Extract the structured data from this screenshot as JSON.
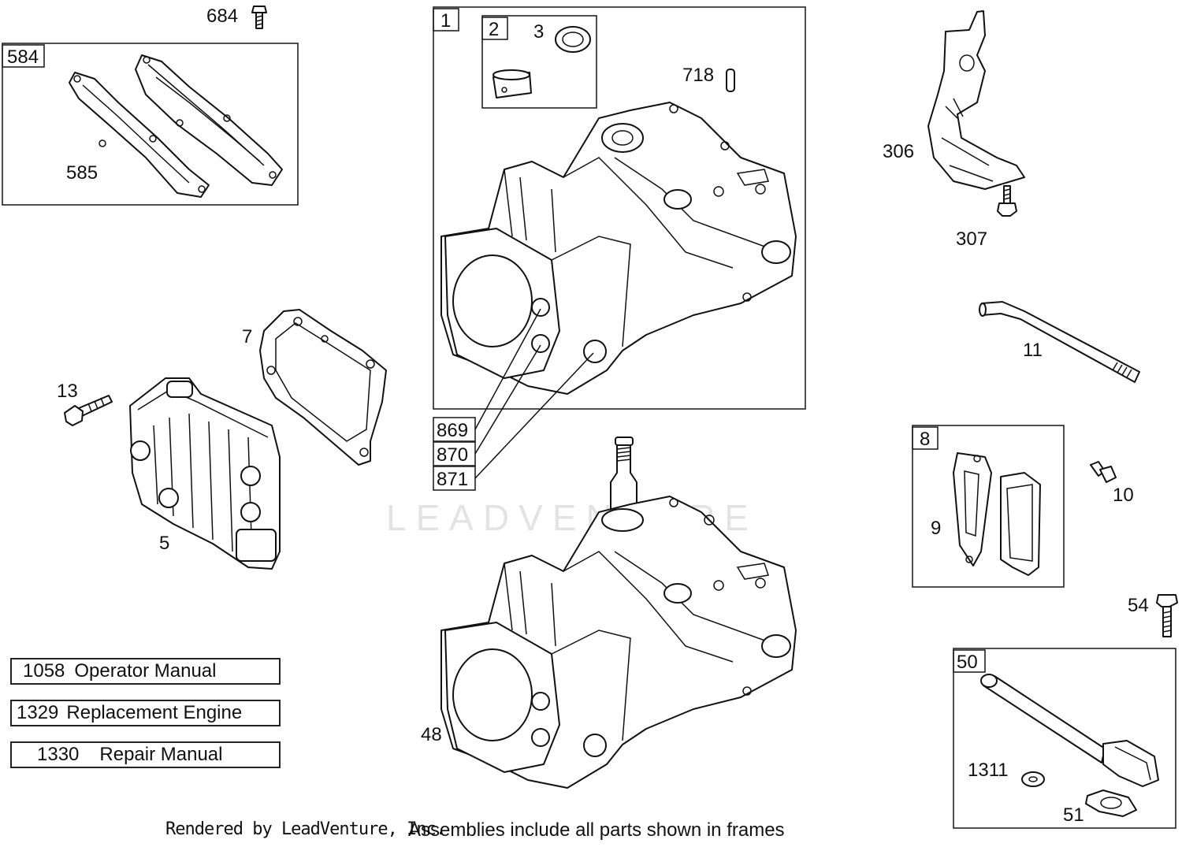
{
  "diagram": {
    "labels": {
      "p684": "684",
      "p584": "584",
      "p585": "585",
      "p1": "1",
      "p2": "2",
      "p3": "3",
      "p718": "718",
      "p306": "306",
      "p307": "307",
      "p7": "7",
      "p13": "13",
      "p5": "5",
      "p11": "11",
      "p869": "869",
      "p870": "870",
      "p871": "871",
      "p8": "8",
      "p9": "9",
      "p10": "10",
      "p54": "54",
      "p48": "48",
      "p50": "50",
      "p1311": "1311",
      "p51": "51"
    },
    "manuals": [
      {
        "number": "1058",
        "title": "Operator Manual"
      },
      {
        "number": "1329",
        "title": "Replacement Engine"
      },
      {
        "number": "1330",
        "title": "Repair Manual"
      }
    ],
    "footer": {
      "rendered_by": "Rendered by LeadVenture, Inc.",
      "note": "Assemblies include all parts shown in frames"
    },
    "watermark": "LEADVENTURE"
  }
}
